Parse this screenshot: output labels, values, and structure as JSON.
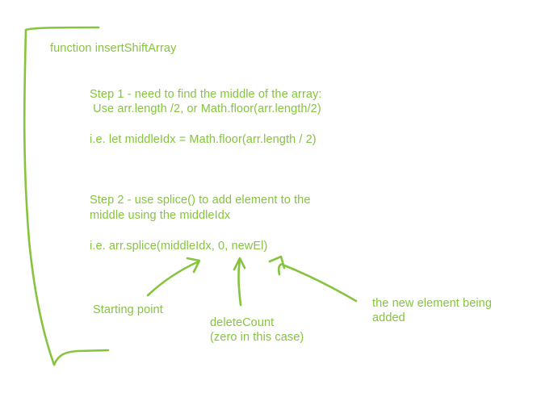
{
  "colors": {
    "ink": "#86c440",
    "background": "#ffffff"
  },
  "function_title": "function insertShiftArray",
  "step1": {
    "line1": "Step 1 - need to find the middle of the array:",
    "line2": " Use arr.length /2, or Math.floor(arr.length/2)",
    "example": "i.e. let middleIdx = Math.floor(arr.length / 2)"
  },
  "step2": {
    "line1": "Step 2 - use splice() to add element to the",
    "line2": "middle using the middleIdx",
    "example": "i.e. arr.splice(middleIdx, 0, newEl)"
  },
  "annotations": {
    "starting_point": "Starting point",
    "delete_count_line1": "deleteCount",
    "delete_count_line2": "(zero in this case)",
    "new_element_line1": "the new element being",
    "new_element_line2": "added"
  },
  "icons": [
    "left-curly-brace-icon",
    "arrow-to-middleidx-icon",
    "arrow-to-zero-icon",
    "arrow-to-newel-icon"
  ]
}
